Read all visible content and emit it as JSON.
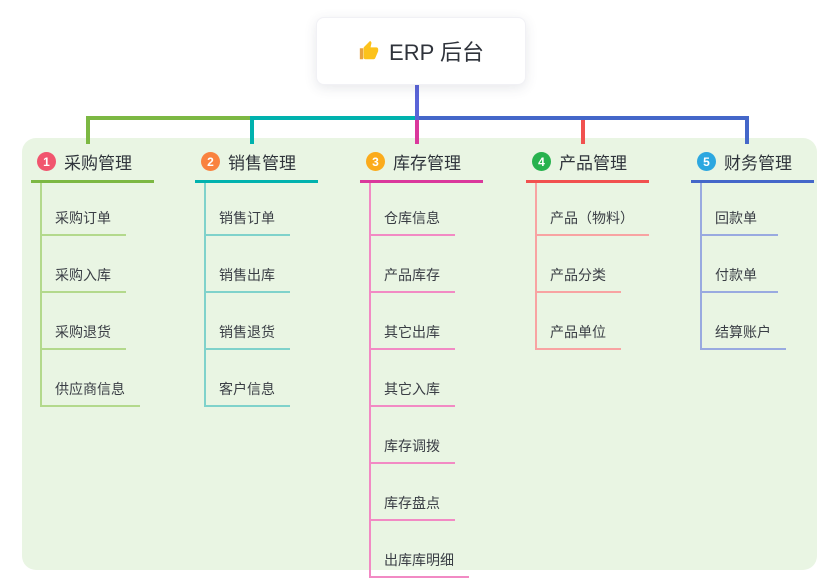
{
  "root": {
    "title": "ERP 后台",
    "icon": "thumbs-up-icon"
  },
  "colors": {
    "root_line": "#5a64d8",
    "panel_bg": "#e9f5e3",
    "root_text": "#2f333b",
    "title_text": "#2f343b",
    "child_text": "#3a3e45"
  },
  "branches": [
    {
      "num": "1",
      "title": "采购管理",
      "badge_color": "#f1556e",
      "line_color": "#7cb843",
      "child_line_color": "#b3d98c",
      "children": [
        "采购订单",
        "采购入库",
        "采购退货",
        "供应商信息"
      ]
    },
    {
      "num": "2",
      "title": "销售管理",
      "badge_color": "#f9823f",
      "line_color": "#00b2ae",
      "child_line_color": "#7fd2cb",
      "children": [
        "销售订单",
        "销售出库",
        "销售退货",
        "客户信息"
      ]
    },
    {
      "num": "3",
      "title": "库存管理",
      "badge_color": "#fbab1c",
      "line_color": "#da389c",
      "child_line_color": "#f28ac4",
      "children": [
        "仓库信息",
        "产品库存",
        "其它出库",
        "其它入库",
        "库存调拨",
        "库存盘点",
        "出库库明细"
      ]
    },
    {
      "num": "4",
      "title": "产品管理",
      "badge_color": "#27b24e",
      "line_color": "#f1514f",
      "child_line_color": "#f8a3a2",
      "children": [
        "产品（物料）",
        "产品分类",
        "产品单位"
      ]
    },
    {
      "num": "5",
      "title": "财务管理",
      "badge_color": "#2ca7e0",
      "line_color": "#4467c9",
      "child_line_color": "#99aae0",
      "children": [
        "回款单",
        "付款单",
        "结算账户"
      ]
    }
  ]
}
